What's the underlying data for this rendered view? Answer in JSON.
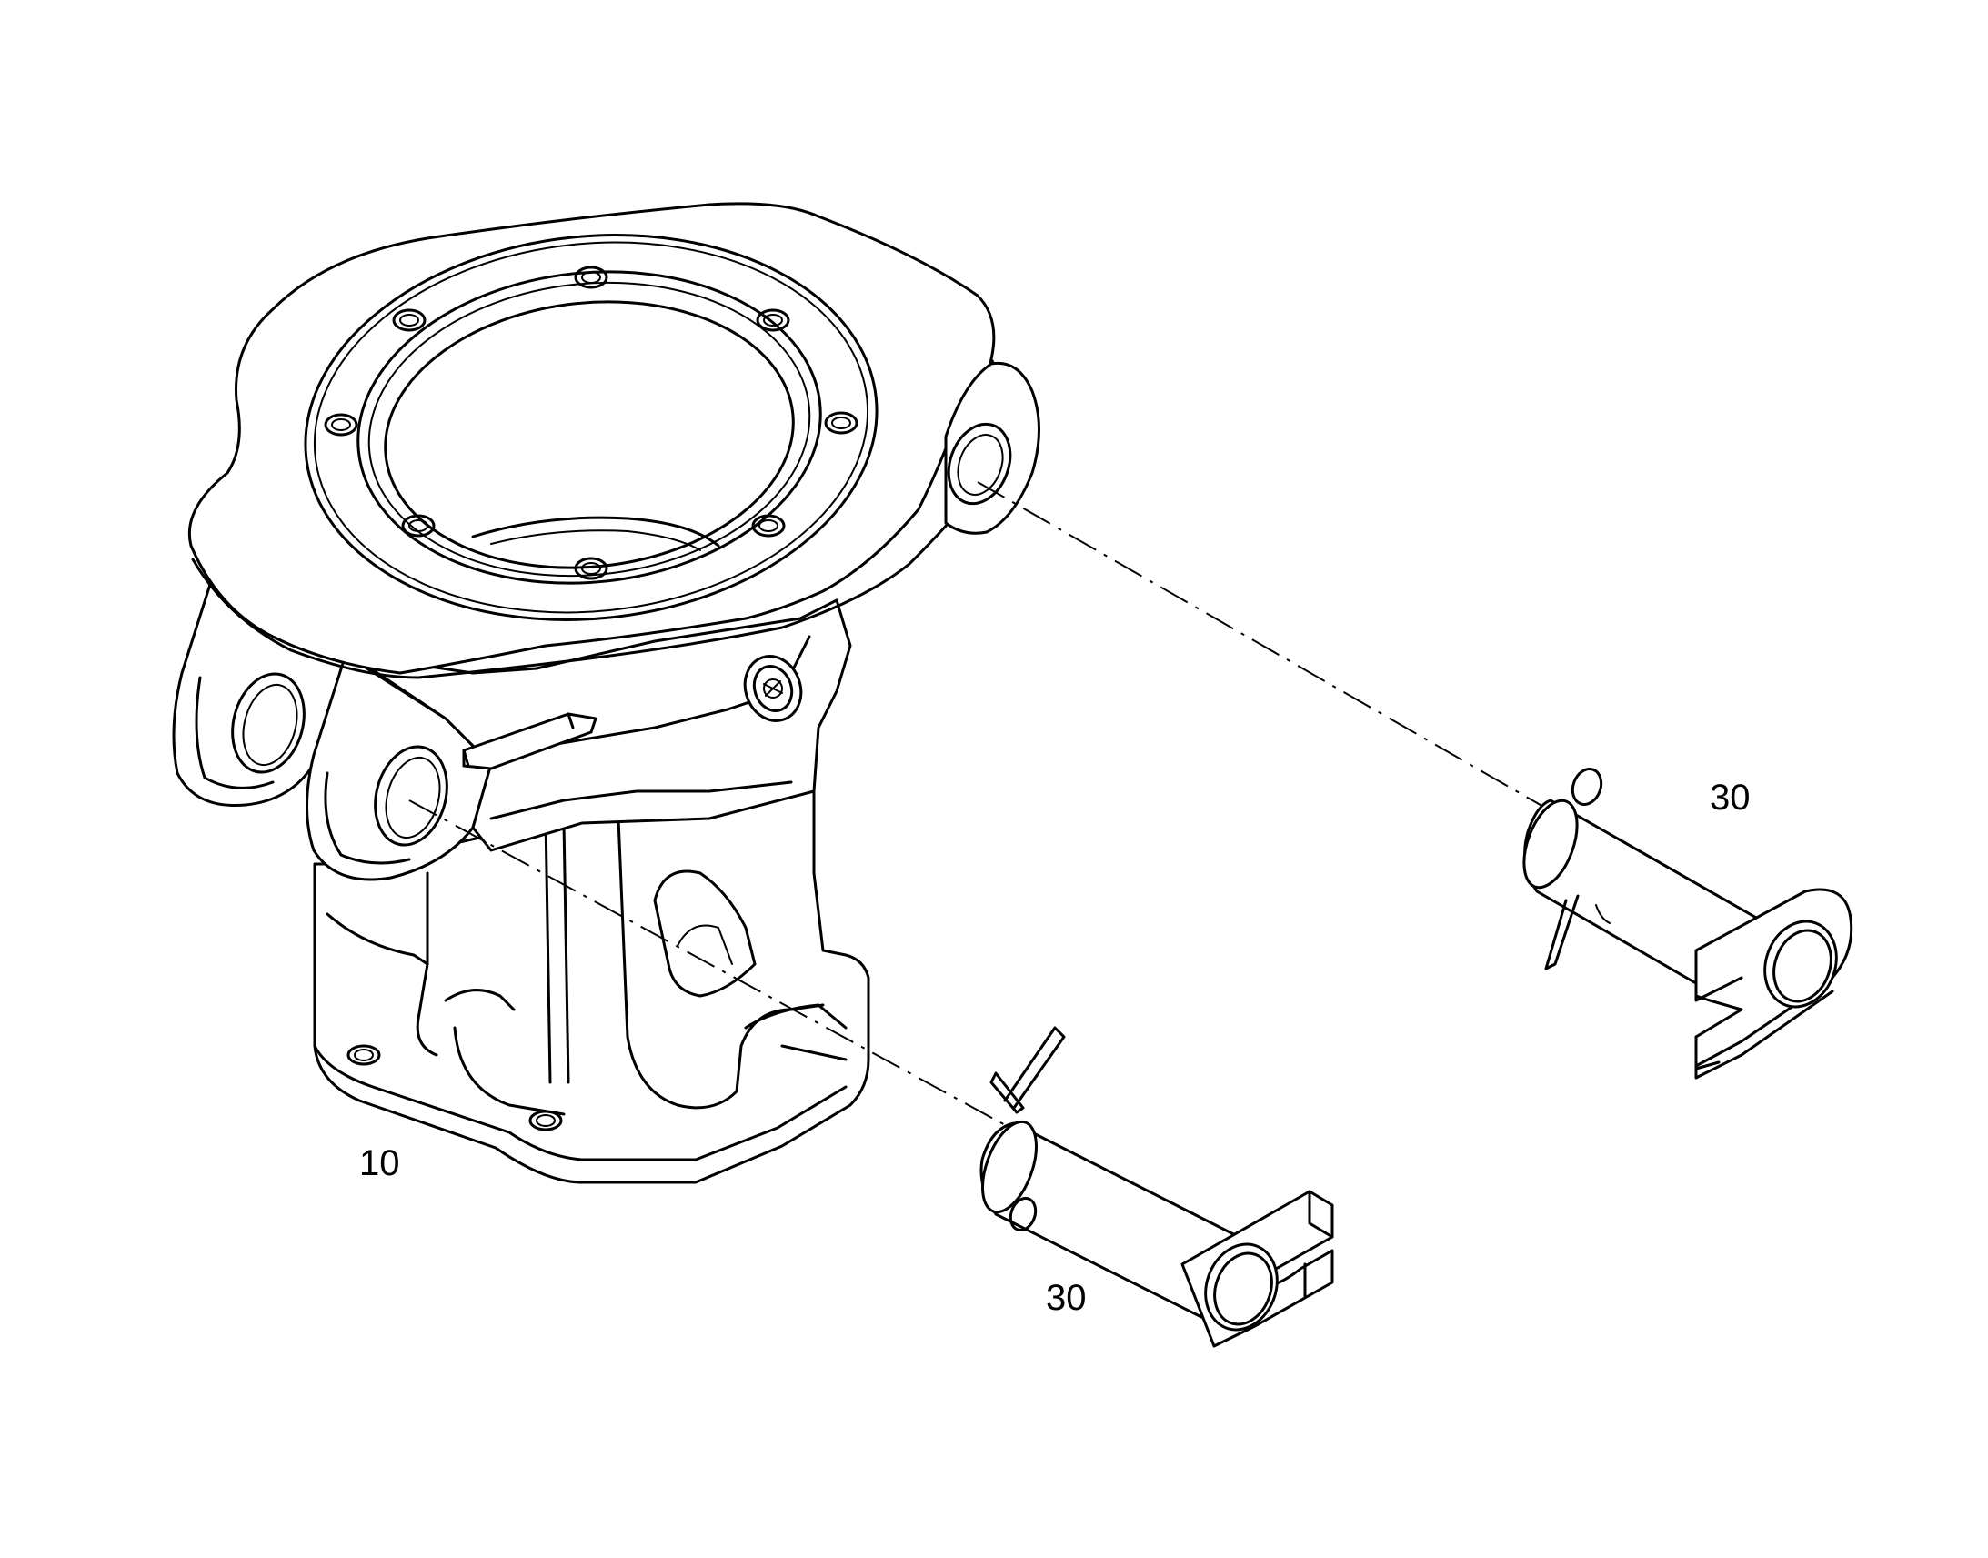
{
  "callouts": {
    "housing": "10",
    "pin_upper": "30",
    "pin_lower": "30"
  },
  "colors": {
    "line": "#000000",
    "background": "#ffffff"
  }
}
